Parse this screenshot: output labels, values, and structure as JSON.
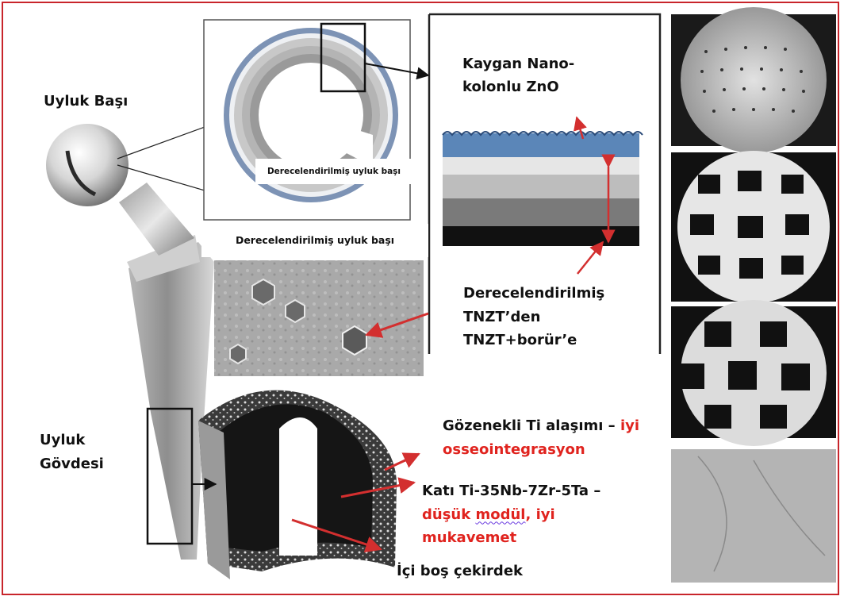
{
  "labels": {
    "femoral_head": "Uyluk Başı",
    "femoral_stem_line1": "Uyluk",
    "femoral_stem_line2": "Gövdesi",
    "graded_head_inner": "Derecelendirilmiş uyluk başı",
    "graded_head_caption": "Derecelendirilmiş uyluk başı",
    "zno_line1": "Kaygan Nano-",
    "zno_line2": "kolonlu ZnO",
    "tnzt_line1": "Derecelendirilmiş",
    "tnzt_line2": "TNZT’den",
    "tnzt_line3": "TNZT+borür’e",
    "porous_line1_black": "Gözenekli Ti alaşımı – ",
    "porous_line1_red": "iyi",
    "porous_line2_red": "osseointegrasyon",
    "solid_line1": "Katı Ti-35Nb-7Zr-5Ta –",
    "solid_line2_a": "düşük ",
    "solid_line2_b": "modül",
    "solid_line2_c": ", iyi",
    "solid_line3": "mukavemet",
    "hollow_core": "İçi boş çekirdek"
  },
  "colors": {
    "frame": "#c8252b",
    "arrow": "#d32f2f",
    "red_text": "#e0231e",
    "zno_blue": "#5b86b8"
  }
}
